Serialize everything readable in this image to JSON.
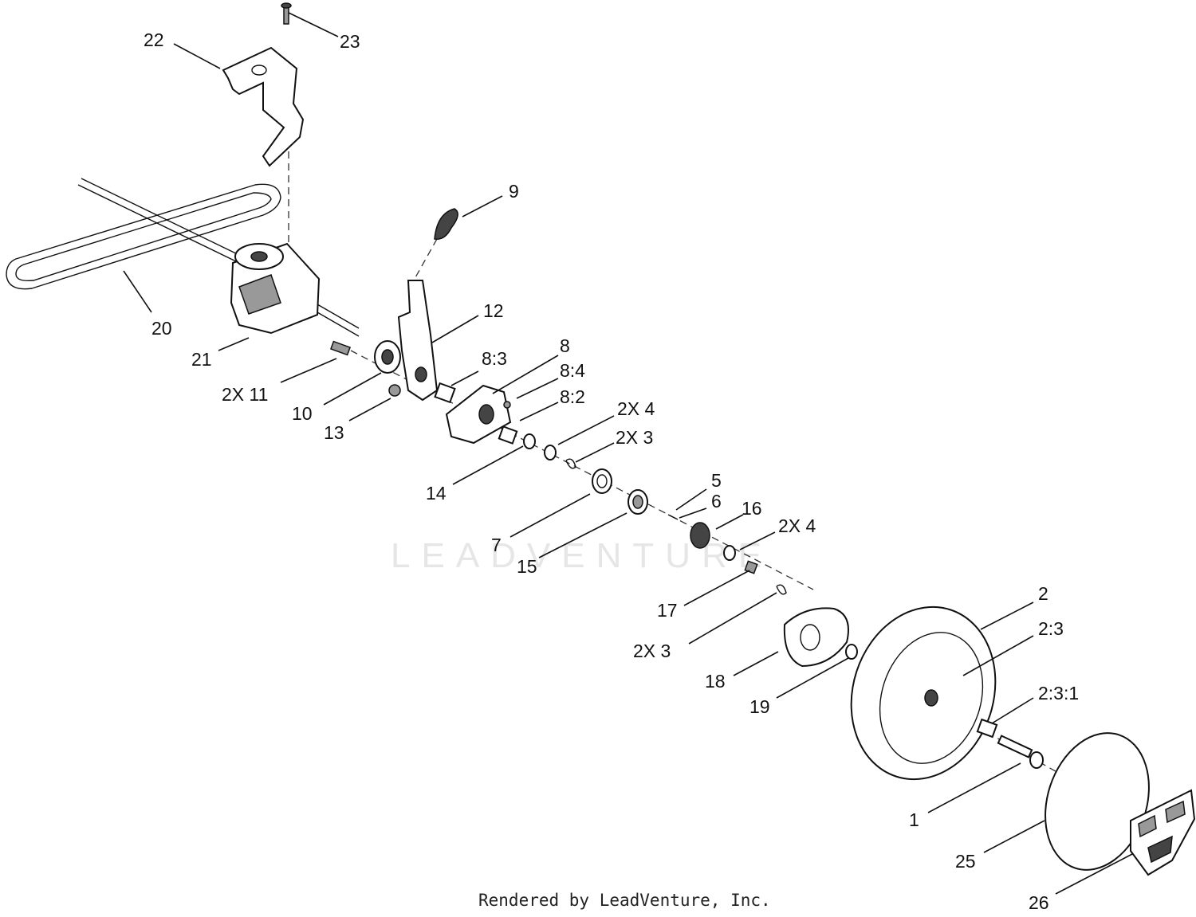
{
  "callouts": {
    "c1": "1",
    "c2": "2",
    "c2_3": "2:3",
    "c2_3_1": "2:3:1",
    "c2x3_upper": "2X 3",
    "c2x3_lower": "2X 3",
    "c2x4_upper": "2X 4",
    "c2x4_lower": "2X 4",
    "c2x11": "2X 11",
    "c5": "5",
    "c6": "6",
    "c7": "7",
    "c8": "8",
    "c8_2": "8:2",
    "c8_3": "8:3",
    "c8_4": "8:4",
    "c9": "9",
    "c10": "10",
    "c12": "12",
    "c13": "13",
    "c14": "14",
    "c15": "15",
    "c16": "16",
    "c17": "17",
    "c18": "18",
    "c19": "19",
    "c20": "20",
    "c21": "21",
    "c22": "22",
    "c23": "23",
    "c25": "25",
    "c26": "26"
  },
  "watermark": "LEADVENTURE",
  "footer": {
    "credit": "Rendered by LeadVenture, Inc."
  }
}
